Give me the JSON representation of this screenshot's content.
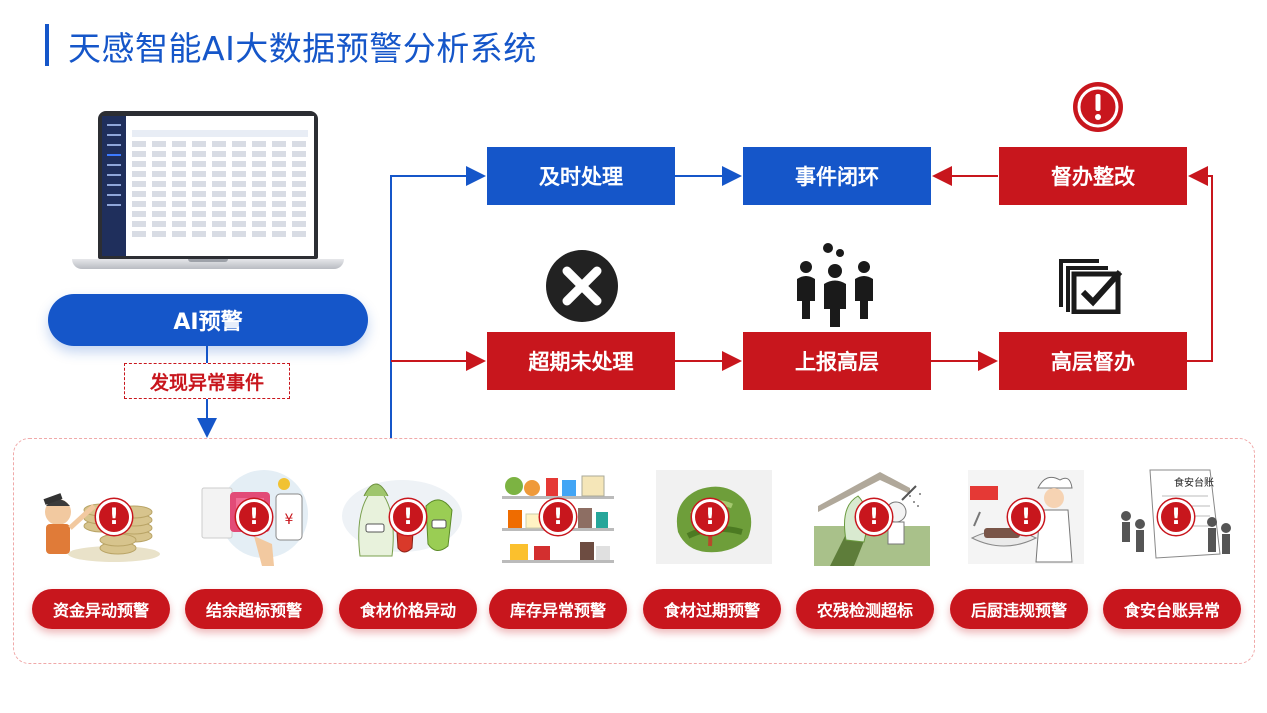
{
  "page": {
    "title": "天感智能AI大数据预警分析系统"
  },
  "left": {
    "ai_button": "AI预警",
    "abnormal_event": "发现异常事件"
  },
  "flow": {
    "timely": "及时处理",
    "closed_loop": "事件闭环",
    "supervise_rectify": "督办整改",
    "overdue": "超期未处理",
    "report_senior": "上报高层",
    "senior_supervise": "高层督办"
  },
  "alerts": [
    {
      "label": "资金异动预警",
      "icon": "coins-illustration"
    },
    {
      "label": "结余超标预警",
      "icon": "payment-illustration"
    },
    {
      "label": "食材价格异动",
      "icon": "vegetables-illustration"
    },
    {
      "label": "库存异常预警",
      "icon": "shelf-illustration"
    },
    {
      "label": "食材过期预警",
      "icon": "lettuce-illustration"
    },
    {
      "label": "农残检测超标",
      "icon": "farm-illustration"
    },
    {
      "label": "后厨违规预警",
      "icon": "kitchen-illustration"
    },
    {
      "label": "食安台账异常",
      "icon": "ledger-illustration"
    }
  ],
  "illustration_text": {
    "ledger_sign": "食安台账"
  },
  "colors": {
    "blue": "#1556c9",
    "red": "#c8161d"
  }
}
